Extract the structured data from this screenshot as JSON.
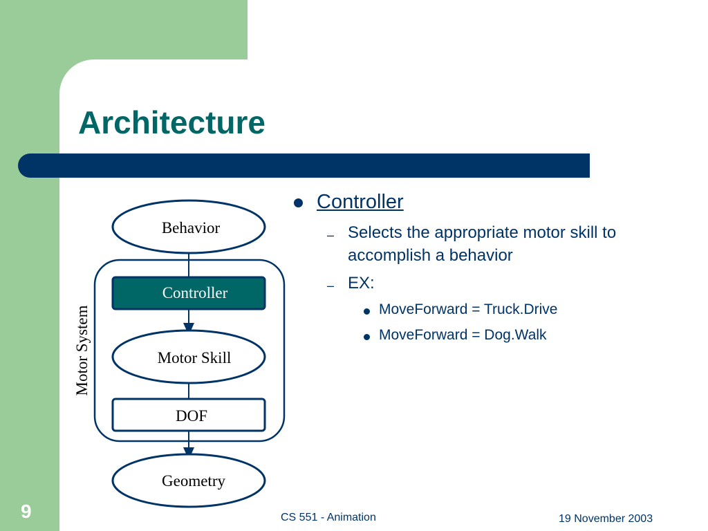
{
  "title": "Architecture",
  "content": {
    "heading": "Controller",
    "items": [
      {
        "dash": "–",
        "text_line1": "Selects the appropriate motor skill to",
        "text_line2": "accomplish a behavior"
      },
      {
        "dash": "–",
        "text_line1": "EX:"
      }
    ],
    "examples": [
      "MoveForward = Truck.Drive",
      "MoveForward = Dog.Walk"
    ]
  },
  "diagram": {
    "nodes": {
      "behavior": "Behavior",
      "controller": "Controller",
      "motor_skill": "Motor Skill",
      "dof": "DOF",
      "geometry": "Geometry"
    },
    "group_label": "Motor System"
  },
  "footer": {
    "course": "CS 551 - Animation",
    "date": "19 November 2003",
    "slide_number": "9"
  },
  "colors": {
    "green": "#99cc99",
    "navy": "#003366",
    "teal": "#006666",
    "controller_fill": "#006666"
  }
}
